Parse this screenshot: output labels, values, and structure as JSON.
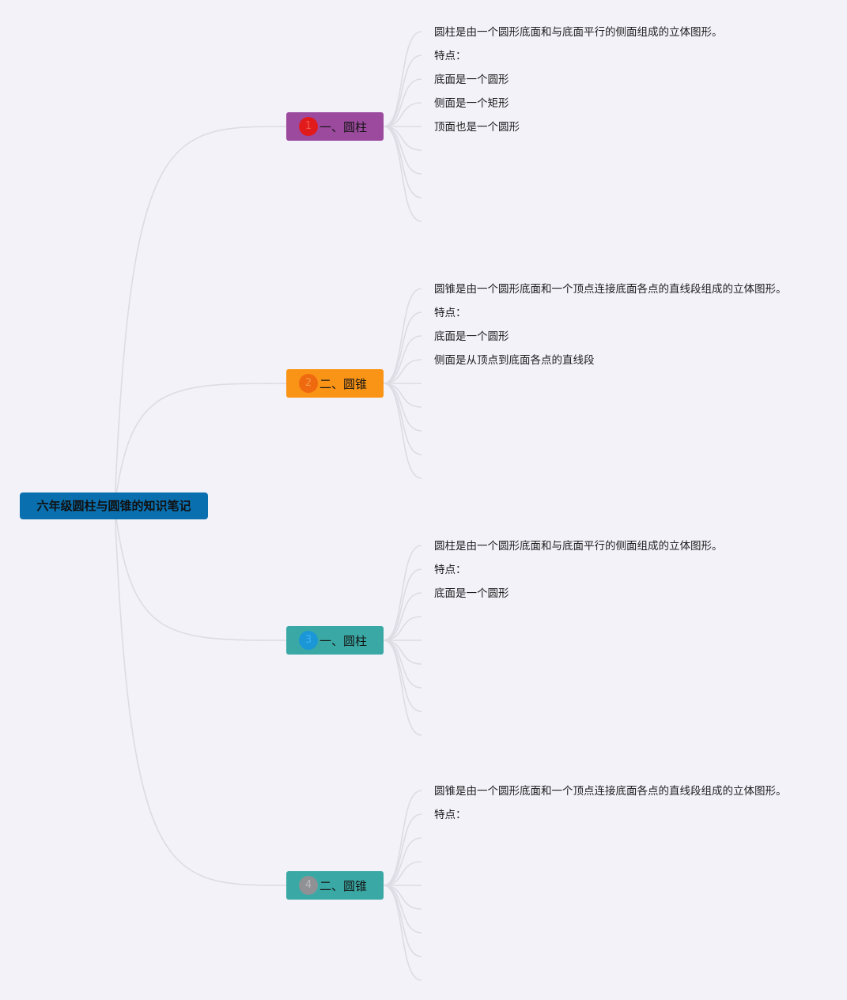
{
  "root": {
    "label": "六年级圆柱与圆锥的知识笔记",
    "color": "#0a6fae"
  },
  "branches": [
    {
      "label": "一、圆柱",
      "badge": "1",
      "color": "#9c4a9e",
      "badge_color": "#e11b1b",
      "leaves": [
        "圆柱是由一个圆形底面和与底面平行的侧面组成的立体图形。",
        "特点：",
        "底面是一个圆形",
        "侧面是一个矩形",
        "顶面也是一个圆形"
      ]
    },
    {
      "label": "二、圆锥",
      "badge": "2",
      "color": "#fa9416",
      "badge_color": "#ef6a0f",
      "leaves": [
        "圆锥是由一个圆形底面和一个顶点连接底面各点的直线段组成的立体图形。",
        "特点：",
        "底面是一个圆形",
        "侧面是从顶点到底面各点的直线段"
      ]
    },
    {
      "label": "一、圆柱",
      "badge": "3",
      "color": "#3aa9a5",
      "badge_color": "#1b96d6",
      "leaves": [
        "圆柱是由一个圆形底面和与底面平行的侧面组成的立体图形。",
        "特点：",
        "底面是一个圆形"
      ]
    },
    {
      "label": "二、圆锥",
      "badge": "4",
      "color": "#3aa9a5",
      "badge_color": "#8f9194",
      "leaves": [
        "圆锥是由一个圆形底面和一个顶点连接底面各点的直线段组成的立体图形。",
        "特点："
      ]
    }
  ]
}
